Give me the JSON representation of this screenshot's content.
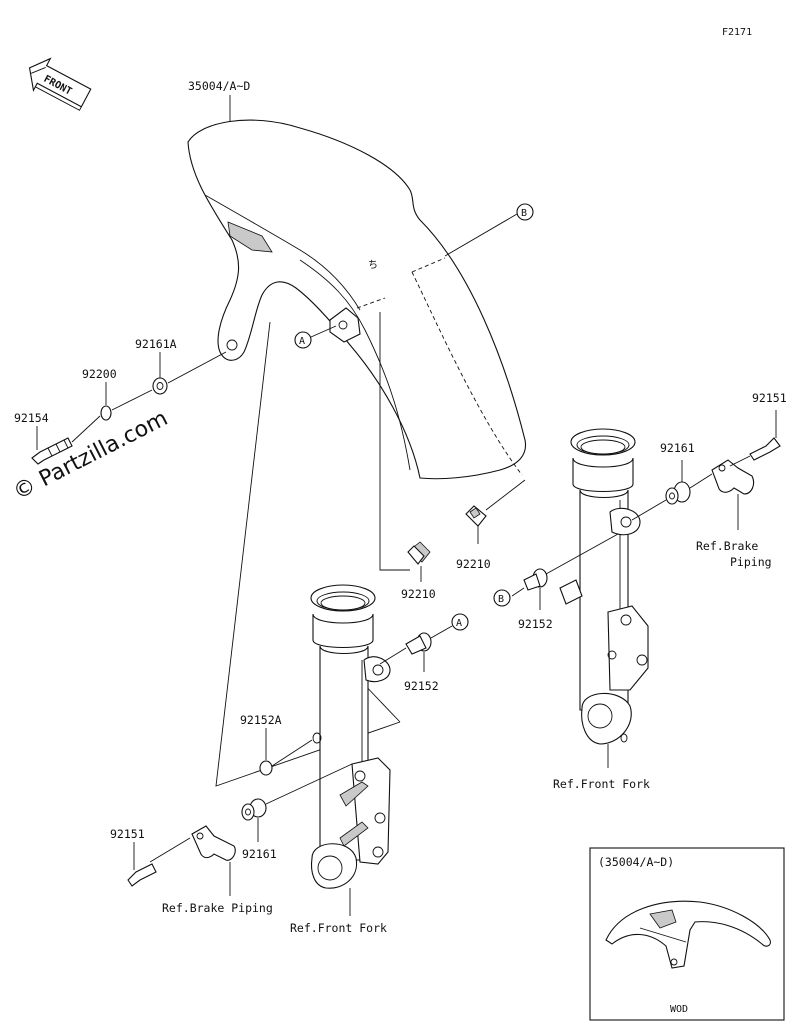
{
  "figure_code": "F2171",
  "front_badge": "FRONT",
  "watermark": "© Partzilla.com",
  "callouts": {
    "fender": "35004/A~D",
    "bolt_92161A": "92161A",
    "washer_92200": "92200",
    "bolt_92154": "92154",
    "nut_92210_left": "92210",
    "nut_92210_right": "92210",
    "bolt_92152_left": "92152",
    "bolt_92152_right": "92152",
    "bolt_92152A": "92152A",
    "collar_92161_left": "92161",
    "collar_92161_right": "92161",
    "bolt_92151_left": "92151",
    "bolt_92151_right": "92151",
    "ref_brake_left": "Ref.Brake Piping",
    "ref_brake_right_1": "Ref.Brake",
    "ref_brake_right_2": "Piping",
    "ref_fork_left": "Ref.Front Fork",
    "ref_fork_right": "Ref.Front Fork",
    "marker_a": "A",
    "marker_b": "B"
  },
  "inset": {
    "title": "(35004/A~D)",
    "caption": "WOD"
  }
}
